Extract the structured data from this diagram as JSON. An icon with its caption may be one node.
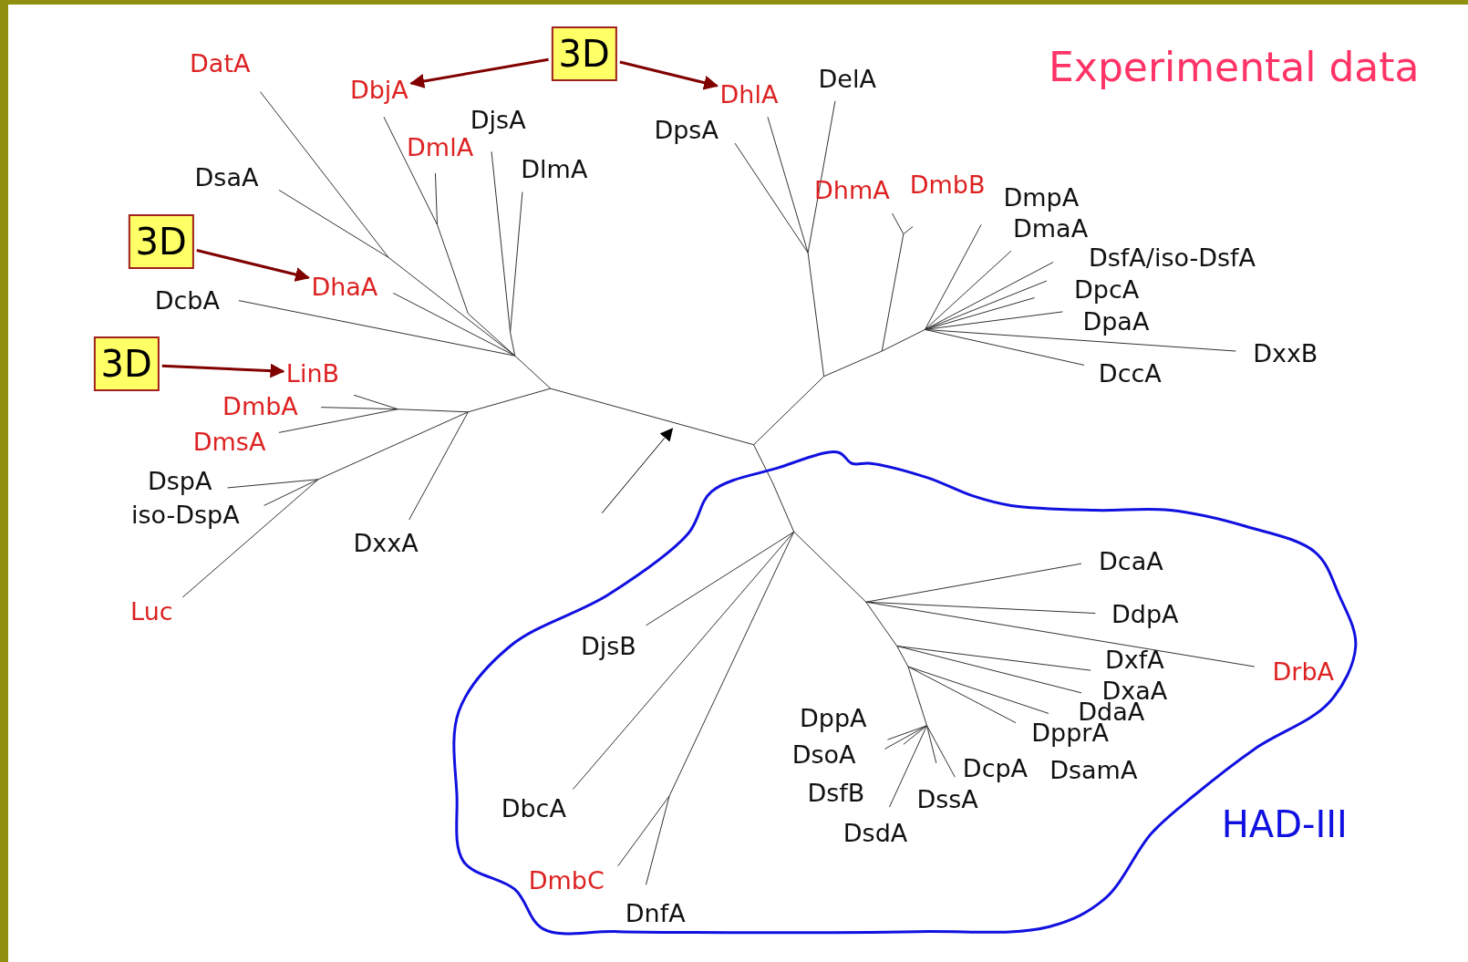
{
  "diagram": {
    "title": "Experimental data",
    "nodes": [
      {
        "text": [
          "3D"
        ]
      },
      {
        "text": [
          "DbjA"
        ]
      },
      {
        "text": [
          "DhlA"
        ]
      },
      {
        "text": [
          "3D"
        ]
      },
      {
        "text": [
          "DhaA"
        ]
      },
      {
        "text": [
          "3D"
        ]
      },
      {
        "text": [
          "LinB"
        ]
      }
    ],
    "edges": [
      {
        "from": 0,
        "to": 1,
        "arrow": "to"
      },
      {
        "from": 0,
        "to": 2,
        "arrow": "to"
      },
      {
        "from": 3,
        "to": 4,
        "arrow": "to"
      },
      {
        "from": 5,
        "to": 6,
        "arrow": "to"
      }
    ],
    "labels": [
      "DatA",
      "DelA",
      "DjsA",
      "DmlA",
      "DpsA",
      "DlmA",
      "DsaA",
      "DhmA",
      "DmbB",
      "DmpA",
      "DmaA",
      "DsfA/iso-DsfA",
      "DcbA",
      "DpcA",
      "DpaA",
      "DxxB",
      "DccA",
      "DmbA",
      "DmsA",
      "DspA",
      "iso-DspA",
      "DxxA",
      "Luc",
      "DcaA",
      "DdpA",
      "DjsB",
      "DxfA",
      "DrbA",
      "DxaA",
      "DdaA",
      "DppA",
      "DpprA",
      "DsoA",
      "DcpA",
      "DsamA",
      "DsfB",
      "DssA",
      "DbcA",
      "DsdA",
      "HAD-III",
      "DmbC",
      "DnfA"
    ]
  }
}
